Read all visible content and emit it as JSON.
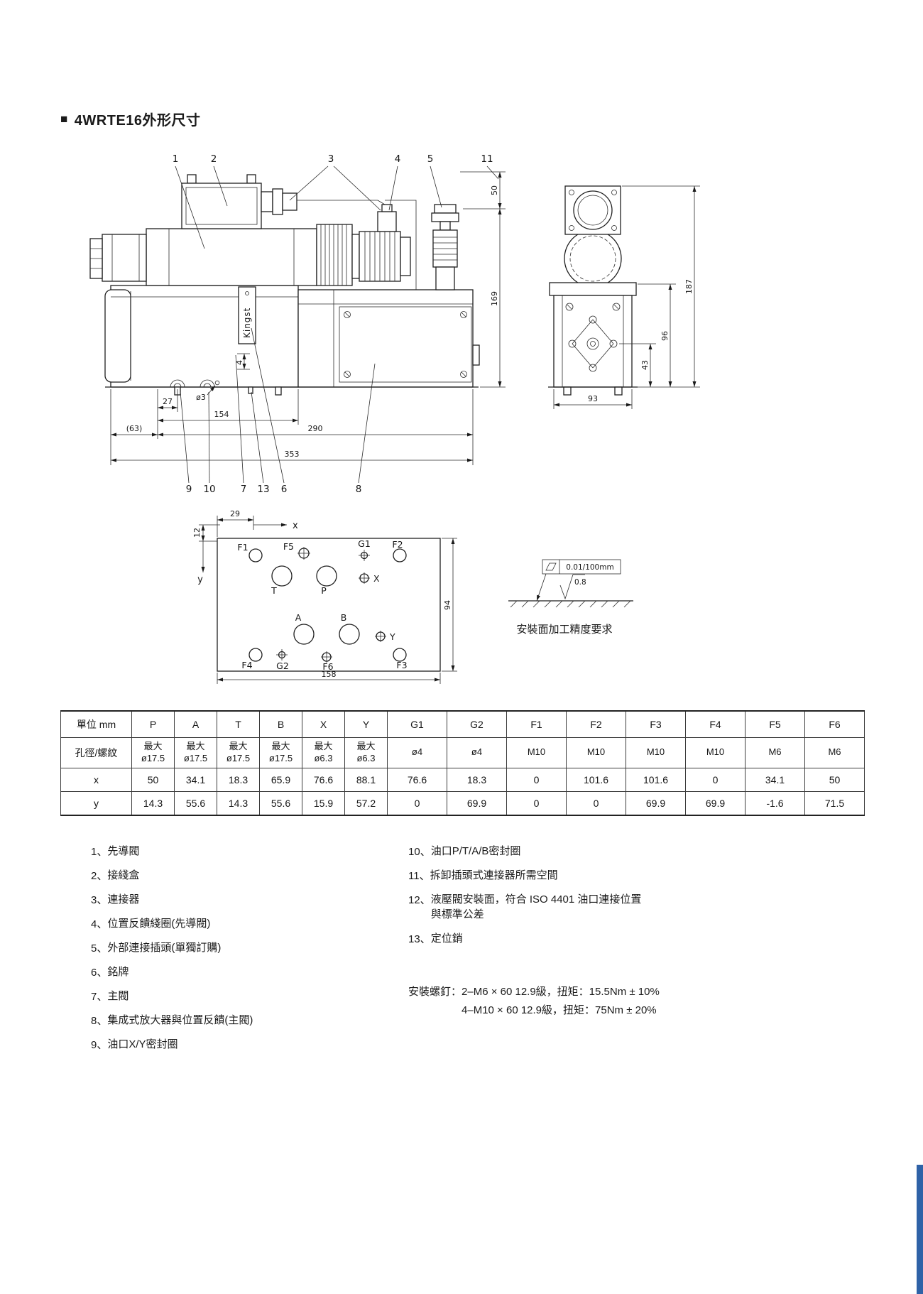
{
  "page": {
    "title_bullet": "■",
    "title": "4WRTE16外形尺寸"
  },
  "colors": {
    "edge_tab": "#2f62a7",
    "ink": "#1a1a1a",
    "paper": "#ffffff"
  },
  "drawing": {
    "brand": "Kingst",
    "callouts": {
      "c1": "1",
      "c2": "2",
      "c3": "3",
      "c4": "4",
      "c5": "5",
      "c11": "11",
      "c9": "9",
      "c10": "10",
      "c7": "7",
      "c13": "13",
      "c6": "6",
      "c8": "8"
    },
    "dims": {
      "d50": "50",
      "d169": "169",
      "d27": "27",
      "d63": "(63)",
      "d154": "154",
      "d290": "290",
      "d353": "353",
      "d4": "4",
      "dia3": "ø3",
      "d187": "187",
      "d96": "96",
      "d43": "43",
      "d93": "93"
    }
  },
  "mounting": {
    "dims": {
      "d29": "29",
      "d12": "12",
      "d94": "94",
      "d158": "158"
    },
    "axes": {
      "x": "x",
      "y": "y"
    },
    "ports": {
      "F1": "F1",
      "F5": "F5",
      "G1": "G1",
      "F2": "F2",
      "T": "T",
      "P": "P",
      "X": "X",
      "A": "A",
      "B": "B",
      "Y": "Y",
      "F4": "F4",
      "G2": "G2",
      "F6": "F6",
      "F3": "F3"
    },
    "flatness": "0.01/100mm",
    "roughness": "0.8",
    "caption": "安裝面加工精度要求"
  },
  "table": {
    "unit_header": "單位 mm",
    "row1_label": "孔徑/螺紋",
    "x_label": "x",
    "y_label": "y",
    "cols": [
      "P",
      "A",
      "T",
      "B",
      "X",
      "Y",
      "G1",
      "G2",
      "F1",
      "F2",
      "F3",
      "F4",
      "F5",
      "F6"
    ],
    "hole": [
      "最大\nø17.5",
      "最大\nø17.5",
      "最大\nø17.5",
      "最大\nø17.5",
      "最大\nø6.3",
      "最大\nø6.3",
      "ø4",
      "ø4",
      "M10",
      "M10",
      "M10",
      "M10",
      "M6",
      "M6"
    ],
    "x": [
      "50",
      "34.1",
      "18.3",
      "65.9",
      "76.6",
      "88.1",
      "76.6",
      "18.3",
      "0",
      "101.6",
      "101.6",
      "0",
      "34.1",
      "50"
    ],
    "y": [
      "14.3",
      "55.6",
      "14.3",
      "55.6",
      "15.9",
      "57.2",
      "0",
      "69.9",
      "0",
      "0",
      "69.9",
      "69.9",
      "-1.6",
      "71.5"
    ]
  },
  "legend": {
    "left": [
      {
        "num": "1、",
        "text": "先導閥"
      },
      {
        "num": "2、",
        "text": "接綫盒"
      },
      {
        "num": "3、",
        "text": "連接器"
      },
      {
        "num": "4、",
        "text": "位置反饋綫圈(先導閥)"
      },
      {
        "num": "5、",
        "text": "外部連接插頭(單獨訂購)"
      },
      {
        "num": "6、",
        "text": "銘牌"
      },
      {
        "num": "7、",
        "text": "主閥"
      },
      {
        "num": "8、",
        "text": "集成式放大器與位置反饋(主閥)"
      },
      {
        "num": "9、",
        "text": "油口X/Y密封圈"
      }
    ],
    "right": [
      {
        "num": "10、",
        "text": "油口P/T/A/B密封圈"
      },
      {
        "num": "11、",
        "text": "拆卸插頭式連接器所需空間"
      },
      {
        "num": "12、",
        "text": "液壓閥安裝面，符合 ISO 4401 油口連接位置\n與標準公差"
      },
      {
        "num": "13、",
        "text": "定位銷"
      }
    ],
    "bolt_note": {
      "label": "安裝螺釘：",
      "line1": "2–M6 × 60 12.9級，扭矩：15.5Nm ± 10%",
      "line2": "4–M10 × 60 12.9級，扭矩：75Nm ± 20%"
    }
  }
}
